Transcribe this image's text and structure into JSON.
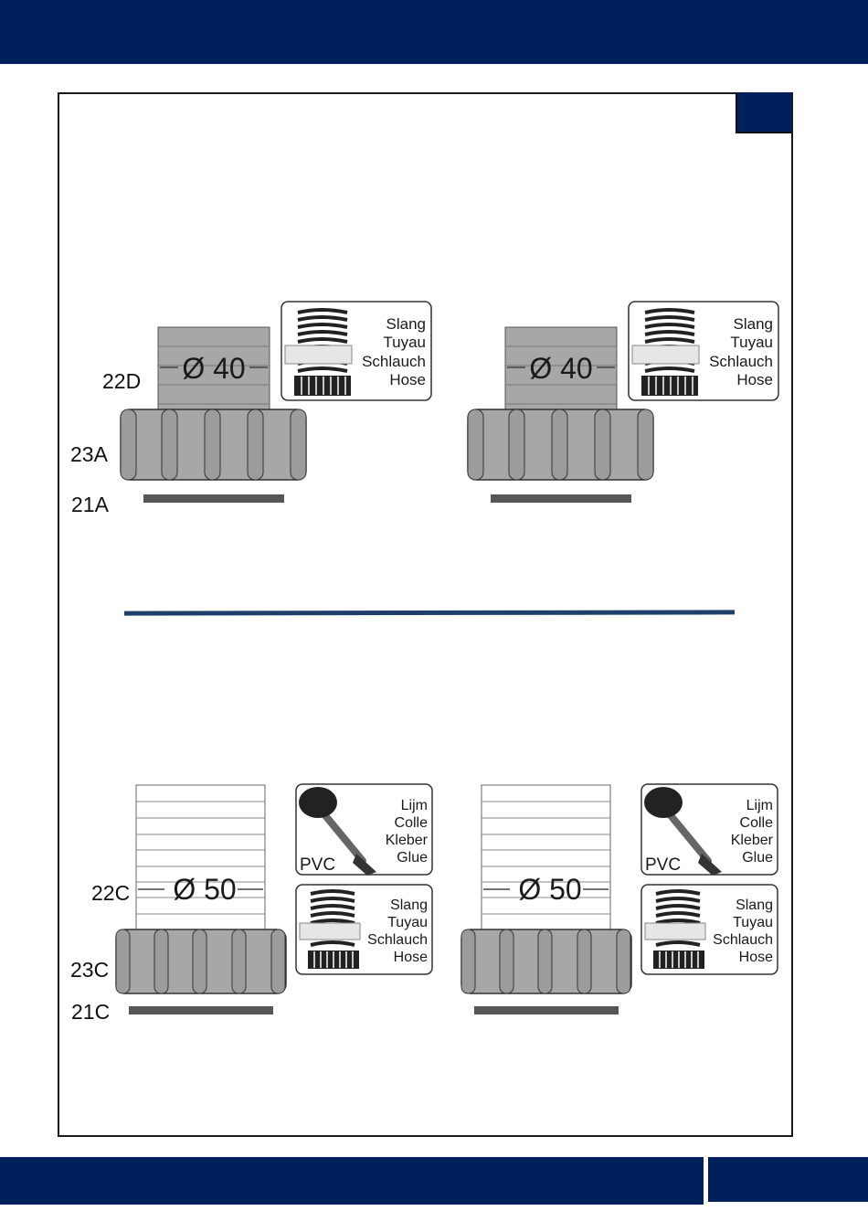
{
  "labels": {
    "top_pipe": "22D",
    "top_nut": "23A",
    "top_washer": "21A",
    "bottom_pipe": "22C",
    "bottom_nut": "23C",
    "bottom_washer": "21C"
  },
  "diameters": {
    "top": "Ø 40",
    "bottom": "Ø 50"
  },
  "hose_tag": {
    "lines": [
      "Slang",
      "Tuyau",
      "Schlauch",
      "Hose"
    ]
  },
  "glue_tag": {
    "lines": [
      "Lijm",
      "Colle",
      "Kleber",
      "Glue"
    ],
    "material": "PVC"
  },
  "colors": {
    "brand_navy": "#00205b",
    "divider": "#1f3f6b",
    "part_gray": "#a7a7a7",
    "outline": "#333333"
  }
}
